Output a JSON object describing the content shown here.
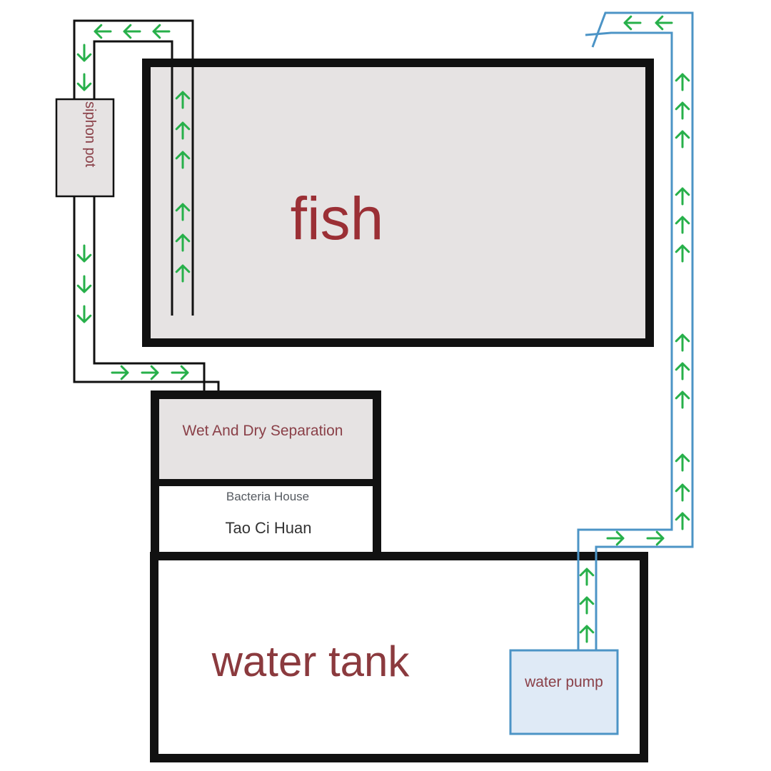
{
  "labels": {
    "fish": "fish",
    "siphon_pot": "siphon pot",
    "wet_dry": "Wet And Dry Separation",
    "bacteria_house": "Bacteria House",
    "tao_ci_huan": "Tao Ci Huan",
    "water_tank": "water tank",
    "water_pump": "water pump"
  },
  "colors": {
    "outline": "#111111",
    "tank_fill": "#e6e3e3",
    "pump_fill": "#dfeaf6",
    "pump_border": "#4c94c6",
    "arrow": "#27b04a",
    "label_red": "#9b2f35"
  }
}
